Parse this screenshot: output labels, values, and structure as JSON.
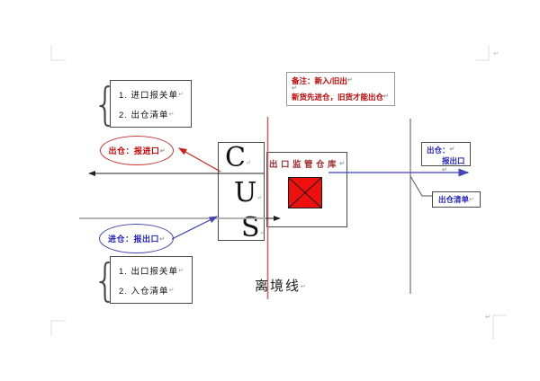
{
  "marks": {
    "return": "↵"
  },
  "braces": {
    "open": "{"
  },
  "top_left_list": {
    "items": [
      "1. 进口报关单",
      "2. 出仓清单"
    ]
  },
  "bottom_left_list": {
    "items": [
      "1. 出口报关单",
      "2. 入仓清单"
    ]
  },
  "red_ellipse": {
    "label": "出仓：报进口"
  },
  "blue_ellipse": {
    "label": "进仓：报出口"
  },
  "note_box": {
    "line1": "备注：新入/旧出",
    "line2": "新货先进仓，旧货才能出仓"
  },
  "customs_box": {
    "letter1": "C",
    "letter2": "U",
    "letter3": "S"
  },
  "warehouse_box": {
    "title": "出口监管仓库"
  },
  "right_box": {
    "line1": "出仓：",
    "line2": "报出口"
  },
  "right_label": {
    "label": "出仓清单"
  },
  "departure_line": {
    "label": "离境线"
  },
  "colors": {
    "red_text": "#c00000",
    "warehouse_title_red": "#a03030",
    "blue_text": "#2222bb",
    "flow_blue": "#5c5cc4",
    "gray_line": "#a8a8a8",
    "exit_line_red": "#c46a6a",
    "square_red": "#ee0f0f"
  }
}
